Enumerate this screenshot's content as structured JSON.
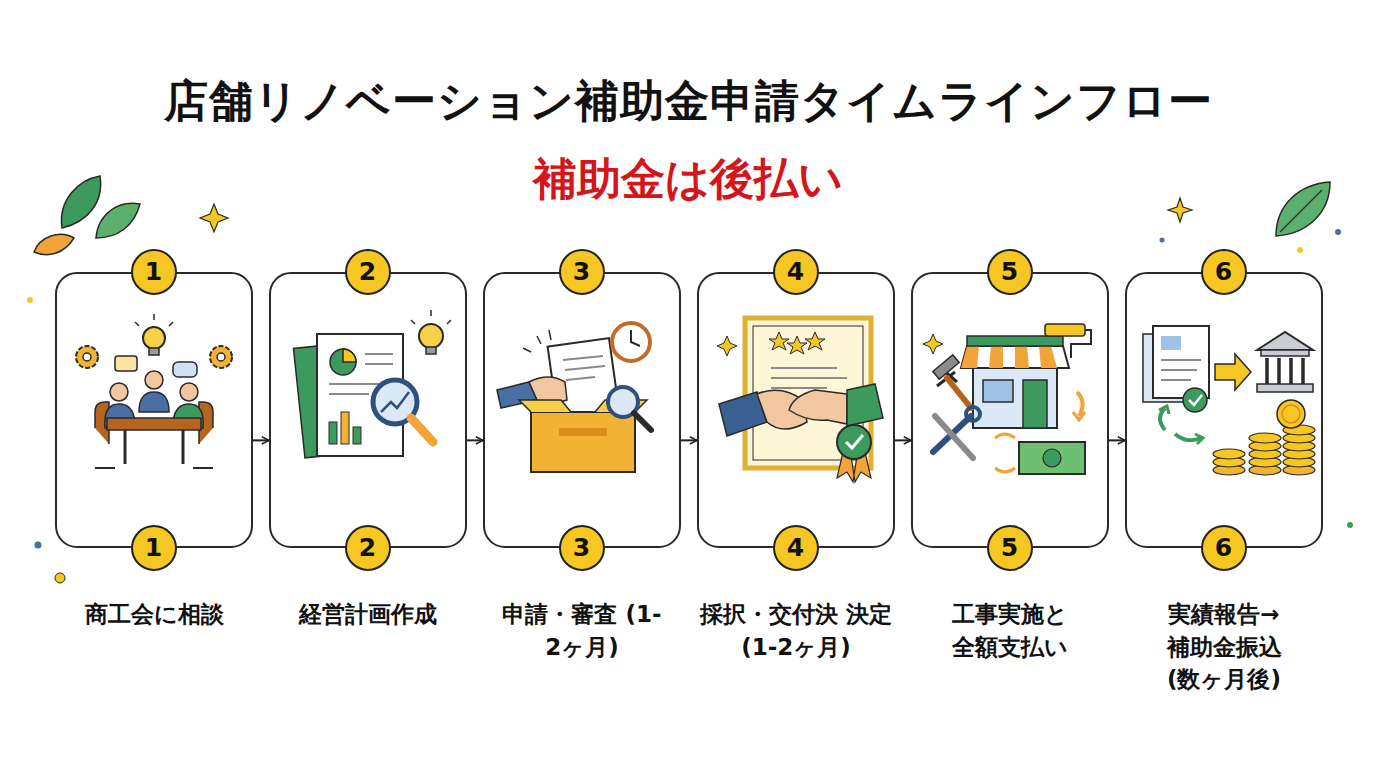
{
  "diagram": {
    "title": "店舗リノベーション補助金申請タイムラインフロー",
    "nodes": [
      {
        "text": [
          "商工会に相談"
        ]
      },
      {
        "text": [
          "1"
        ],
        "in": 0
      },
      {
        "text": [
          "1"
        ],
        "in": 0
      },
      {
        "text": [
          "経営計画作成"
        ]
      },
      {
        "text": [
          "2"
        ],
        "in": 3
      },
      {
        "text": [
          "2"
        ],
        "in": 3
      },
      {
        "text": [
          "申請・審査 (1-2ヶ月)"
        ]
      },
      {
        "text": [
          "3"
        ],
        "in": 6
      },
      {
        "text": [
          "3"
        ],
        "in": 6
      },
      {
        "text": [
          "採択・交付決 決定(1-2ヶ月)"
        ]
      },
      {
        "text": [
          "4"
        ],
        "in": 9
      },
      {
        "text": [
          "4"
        ],
        "in": 9
      },
      {
        "text": [
          "工事実施と 全額支払い"
        ]
      },
      {
        "text": [
          "5"
        ],
        "in": 12
      },
      {
        "text": [
          "5"
        ],
        "in": 12
      },
      {
        "text": [
          "実績報告→ 補助金振込 (数ヶ月後)"
        ]
      },
      {
        "text": [
          "6"
        ],
        "in": 15
      },
      {
        "text": [
          "6"
        ],
        "in": 15
      }
    ],
    "edges": [
      {
        "from": 0,
        "to": 3,
        "arrow": "to"
      },
      {
        "from": 3,
        "to": 6,
        "arrow": "to"
      },
      {
        "from": 6,
        "to": 9,
        "arrow": "to"
      },
      {
        "from": 9,
        "to": 12,
        "arrow": "to"
      },
      {
        "from": 12,
        "to": 15,
        "arrow": "to"
      }
    ],
    "labels": [
      "補助金は後払い"
    ]
  }
}
